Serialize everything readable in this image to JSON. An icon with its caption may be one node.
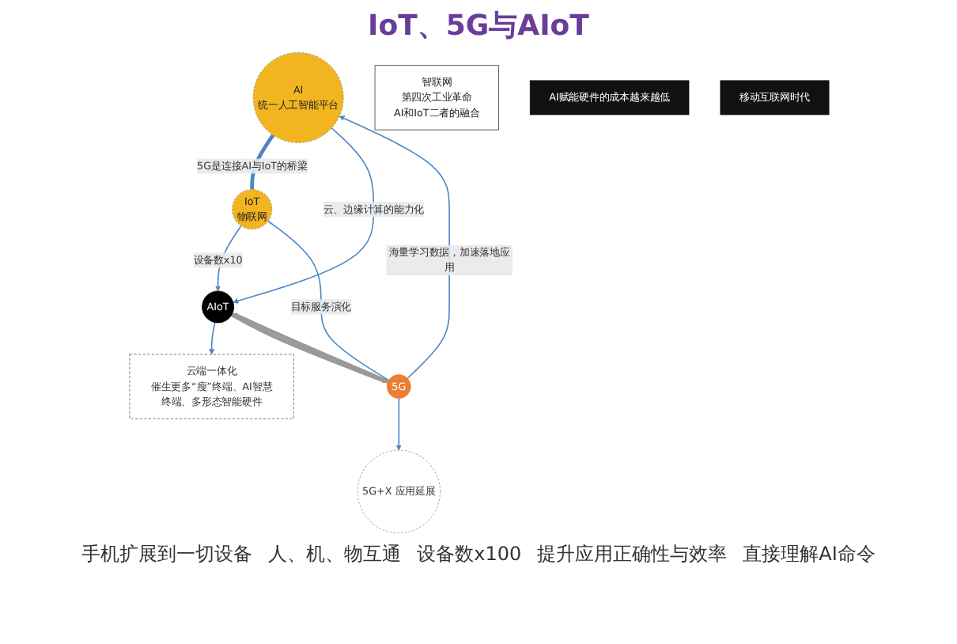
{
  "diagram": {
    "title": "IoT、5G与AIoT",
    "nodes": [
      {
        "text": [
          "AI",
          "统一人工智能平台"
        ]
      },
      {
        "text": [
          "5G"
        ]
      },
      {
        "text": [
          "IoT",
          "物联网"
        ]
      },
      {
        "text": [
          "AIoT"
        ]
      },
      {
        "text": [
          "5G+X 应用延展"
        ]
      },
      {
        "text": [
          "智联网",
          "第四次工业革命",
          "AI和IoT二者的融合"
        ]
      },
      {
        "text": [
          "云端一体化",
          "催生更多“瘦”终端、AI智慧终端、多形态智能硬件"
        ]
      },
      {
        "text": [
          "AI赋能硬件的成本越来越低"
        ]
      },
      {
        "text": [
          "移动互联网时代"
        ]
      }
    ],
    "edges": [
      {
        "from": 1,
        "to": 4,
        "arrow": "to",
        "color": "#4a86c5"
      },
      {
        "from": 1,
        "to": 0,
        "arrow": "to",
        "label": "海量学习数据，加速落地应用",
        "color": "#4a86c5"
      },
      {
        "from": 1,
        "to": 2,
        "arrow": "none",
        "label": "目标服务演化",
        "color": "#4a86c5"
      },
      {
        "from": 0,
        "to": 2,
        "arrow": "none",
        "label": "5G是连接AI与IoT的桥梁",
        "style": "thick",
        "color": "#4a86c5"
      },
      {
        "from": 0,
        "to": 3,
        "arrow": "to",
        "label": "云、边缘计算的能力化",
        "color": "#4a86c5"
      },
      {
        "from": 2,
        "to": 3,
        "arrow": "to",
        "label": "设备数x10",
        "color": "#4a86c5"
      },
      {
        "from": 3,
        "to": 6,
        "arrow": "to",
        "color": "#4a86c5"
      },
      {
        "from": 1,
        "to": 3,
        "arrow": "to",
        "style": "thick"
      },
      {
        "from": 3,
        "to": 1,
        "arrow": "to",
        "style": "thick"
      }
    ],
    "labels": [
      "手机扩展到一切设备",
      "人、机、物互通",
      "设备数x100",
      "提升应用正确性与效率",
      "直接理解AI命令"
    ]
  }
}
